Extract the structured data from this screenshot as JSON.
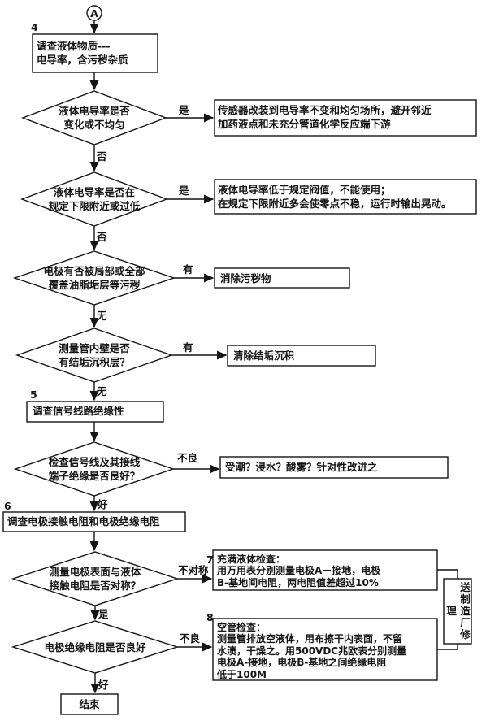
{
  "page": {
    "background": "#ffffff",
    "ink": "#141414"
  },
  "connector": {
    "label": "A"
  },
  "step_numbers": {
    "n4": "4",
    "n5": "5",
    "n6": "6",
    "n7": "7",
    "n8": "8"
  },
  "edge_labels": {
    "yes": "是",
    "no": "否",
    "has": "有",
    "none": "无",
    "good": "好",
    "bad": "不良",
    "asymmetric": "不对称"
  },
  "process_boxes": {
    "investigate_liquid": "调查液体物质---\n电导率，含污秽杂质",
    "check_signal_insulation": "调查信号线路绝缘性",
    "check_electrode_resistance": "调查电极接触电阻和电极绝缘电阻",
    "end": "结束",
    "send_to_factory": "送制造厂修理"
  },
  "decisions": {
    "conductivity_change": "液体电导率是否\n变化或不均匀",
    "conductivity_low": "液体电导率是否在\n规定下限附近或过低",
    "electrode_covered": "电极有否被局部或全部\n覆盖油脂垢层等污秽",
    "tube_scaling": "测量管内壁是否\n有结垢沉积层？",
    "signal_insulation_good": "检查信号线及其接线\n端子绝缘是否良好？",
    "contact_symmetric": "测量电极表面与液体\n接触电阻是否对称？",
    "insulation_good": "电极绝缘电阻是否良好"
  },
  "actions": {
    "relocate_sensor": "传感器改装到电导率不变和均匀场所，避开邻近\n加药液点和未充分管道化学反应端下游",
    "conductivity_notice": "液体电导率低于规定阀值，不能使用；\n在规定下限附近多会使零点不稳，运行时输出晃动。",
    "remove_fouling": "消除污秽物",
    "remove_scale": "清除结垢沉积",
    "moisture_fix": "受潮？浸水？酸雾？针对性改进之",
    "full_pipe_check": "充满液体检查：\n用万用表分别测量电极A－接地，电极\nB-基地间电阻，两电阻值差超过10%",
    "empty_pipe_check": "空管检查：\n测量管排放空液体，用布擦干内表面，不留\n水渍，干燥之。用500VDC兆欧表分别测量\n电极A-接地，电极B-基地之间绝缘电阻\n低于100M"
  }
}
